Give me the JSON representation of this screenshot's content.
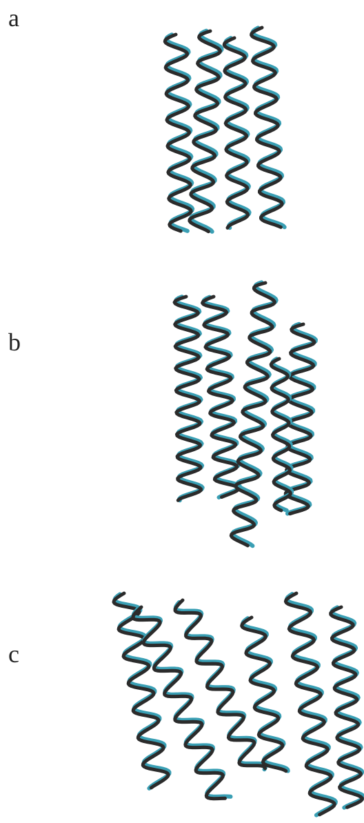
{
  "panels": [
    {
      "label": "a",
      "name": "panel-a"
    },
    {
      "label": "b",
      "name": "panel-b"
    },
    {
      "label": "c",
      "name": "panel-c"
    }
  ],
  "colors": {
    "structure_1": "#3a9fb4",
    "structure_2": "#2b2b2b",
    "background": "#ffffff"
  }
}
